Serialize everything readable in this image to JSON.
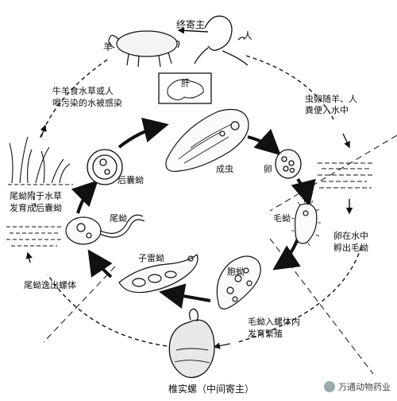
{
  "diagram": {
    "hosts": {
      "definitive_host": "终寄主",
      "sheep": "羊",
      "human": "人",
      "liver": "肝",
      "intermediate_host": "椎实螺（中间寄主）"
    },
    "stages": {
      "adult": "成虫",
      "egg": "卵",
      "miracidium": "毛蚴",
      "sporocyst": "胞蚴",
      "redia": "子雷蚴",
      "cercaria": "尾蚴",
      "metacercaria": "后囊蚴"
    },
    "steps": {
      "eggs_out": [
        "虫卵随羊、人",
        "粪便入水中"
      ],
      "hatch": [
        "卵在水中",
        "孵出毛蚴"
      ],
      "enter_snail": [
        "毛蚴入螺体内",
        "发育繁殖"
      ],
      "cercaria_leave": "尾蚴逸出螺体",
      "encyst": [
        "尾蚴附于水草",
        "发育成后囊蚴"
      ],
      "infection": [
        "牛羊食水草或人",
        "喝污染的水被感染"
      ]
    },
    "watermark": "万通动物药业"
  },
  "colors": {
    "ink": "#111111",
    "paper": "#ffffff"
  }
}
